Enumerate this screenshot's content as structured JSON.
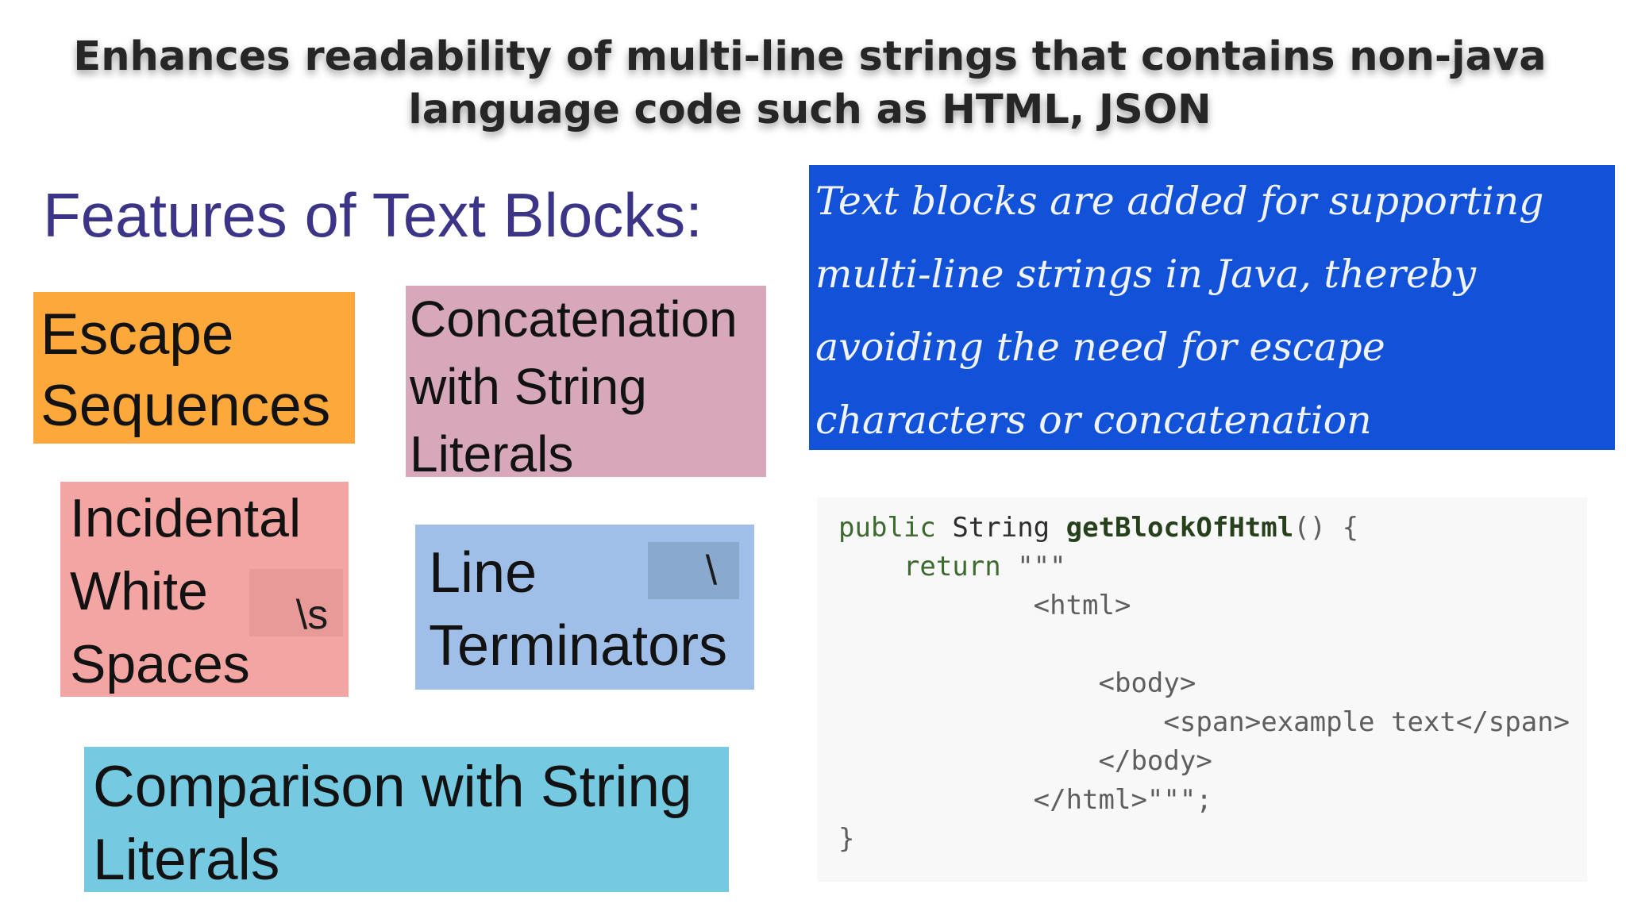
{
  "header": {
    "line1": "Enhances readability of multi-line strings that contains non-java",
    "line2": "language code such as HTML, JSON"
  },
  "features_title": "Features of Text Blocks:",
  "features": {
    "escape": {
      "line1": "Escape",
      "line2": "Sequences",
      "color": "#fca83a"
    },
    "concatenation": {
      "line1": "Concatenation",
      "line2": "with String",
      "line3": "Literals",
      "color": "#d6a8b9"
    },
    "incidental": {
      "line1": "Incidental",
      "line2": "White",
      "line3": "Spaces",
      "chip": "\\s",
      "color": "#f2a5a2"
    },
    "terminators": {
      "line1": "Line",
      "line2": "Terminators",
      "chip": "\\",
      "color": "#9fbfe8"
    },
    "comparison": {
      "line1": "Comparison with String",
      "line2": "Literals",
      "color": "#75c9e1"
    }
  },
  "callout": {
    "line1": "Text blocks are added for supporting",
    "line2": "multi-line strings in Java, thereby",
    "line3": "avoiding the need for escape",
    "line4": "characters or concatenation",
    "color": "#1252d9"
  },
  "code": {
    "public_kw": "public",
    "string_type": "String",
    "method_name": "getBlockOfHtml",
    "sig_tail": "() {",
    "return_kw": "return",
    "open_quotes": "\"\"\"",
    "html_open": "<html>",
    "body_open": "<body>",
    "span_line": "<span>example text</span>",
    "body_close": "</body>",
    "html_close": "</html>\"\"\";",
    "closing_brace": "}"
  }
}
